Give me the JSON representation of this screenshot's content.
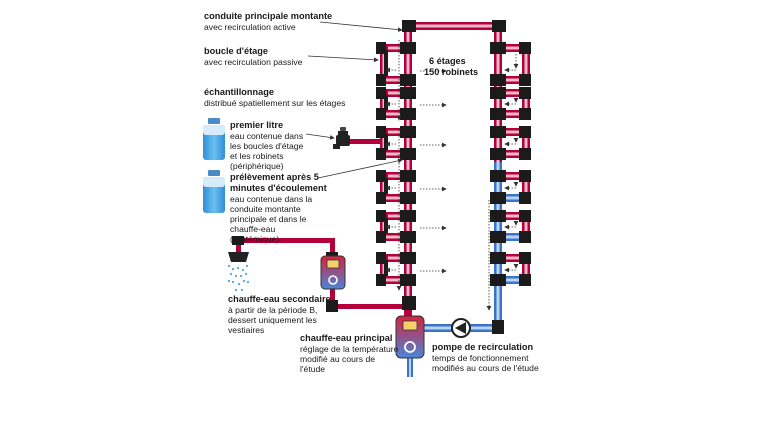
{
  "labels": {
    "main_riser": {
      "title": "conduite principale montante",
      "lines": [
        "avec recirculation active"
      ]
    },
    "floor_loop": {
      "title": "boucle d'étage",
      "lines": [
        "avec recirculation passive"
      ]
    },
    "sampling": {
      "title": "échantillonnage",
      "lines": [
        "distribué spatiellement sur les étages"
      ]
    },
    "first_liter": {
      "title": "premier litre",
      "lines": [
        "eau contenue dans",
        "les boucles d'étage",
        "et les robinets",
        "(périphérique)"
      ]
    },
    "after_flush": {
      "title_lines": [
        "prélèvement après 5",
        "minutes d'écoulement"
      ],
      "lines": [
        "eau contenue dans la",
        "conduite montante",
        "principale et dans le",
        "chauffe-eau",
        "(systémique)"
      ]
    },
    "floors": {
      "lines": [
        "6 étages",
        "150 robinets"
      ]
    },
    "secondary_heater": {
      "title": "chauffe-eau secondaire",
      "lines": [
        "à partir de la période B,",
        "dessert uniquement les",
        "vestiaires"
      ]
    },
    "main_heater": {
      "title": "chauffe-eau principal",
      "lines": [
        "réglage de la température",
        "modifié au cours de",
        "l'étude"
      ]
    },
    "pump": {
      "title": "pompe de recirculation",
      "lines": [
        "temps de fonctionnement",
        "modifiés au cours de l'étude"
      ]
    }
  },
  "colors": {
    "hot": "#b3003c",
    "hot_pale": "#f2b8c6",
    "cold": "#3a74c9",
    "cold_pale": "#b9d3f2",
    "fitting": "#1b1b1b",
    "bottle": "#4aa6e8",
    "heater_top": "#d6223f",
    "heater_bottom": "#4a86d6"
  },
  "icons": [
    "bottle-icon",
    "faucet-icon",
    "shower-head-icon",
    "water-heater-icon",
    "pump-icon"
  ]
}
